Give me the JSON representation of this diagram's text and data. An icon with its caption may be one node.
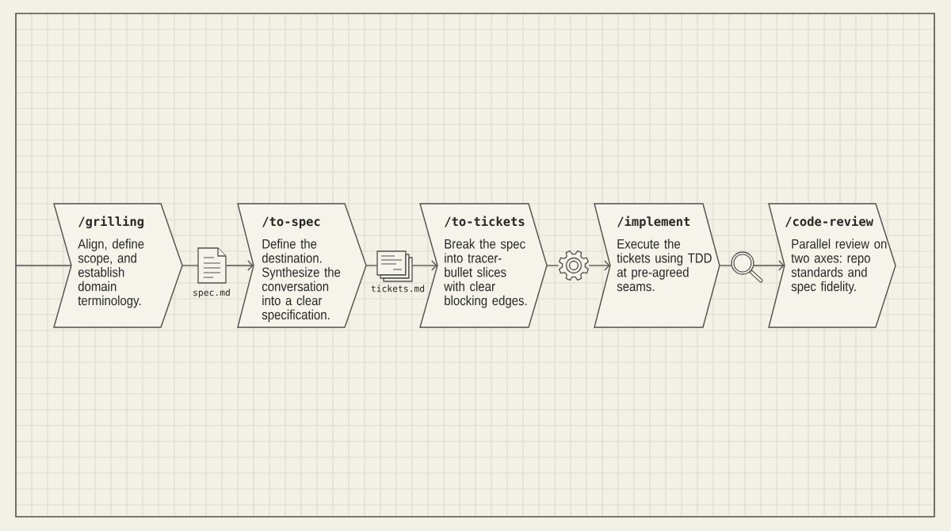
{
  "diagram": {
    "nodes": [
      {
        "text": [
          "/grilling",
          "Align, define scope, and establish domain terminology."
        ]
      },
      {
        "text": [],
        "shape": "picture",
        "beside": [
          "spec.md"
        ]
      },
      {
        "text": [
          "/to-spec",
          "Define the destination. Synthesize the conversation into a clear specification."
        ]
      },
      {
        "text": [],
        "shape": "picture",
        "beside": [
          "tickets.md"
        ]
      },
      {
        "text": [
          "/to-tickets",
          "Break the spec into tracer-bullet slices with clear blocking edges."
        ]
      },
      {
        "text": [],
        "shape": "picture"
      },
      {
        "text": [
          "/implement",
          "Execute the tickets using TDD at pre-agreed seams."
        ]
      },
      {
        "text": [],
        "shape": "picture"
      },
      {
        "text": [
          "/code-review",
          "Parallel review on two axes: repo standards and spec fidelity."
        ]
      }
    ],
    "edges": [
      {
        "from": null,
        "to": 0,
        "arrow": "none"
      },
      {
        "from": 0,
        "to": 1,
        "arrow": "none"
      },
      {
        "from": 1,
        "to": 2,
        "arrow": "to"
      },
      {
        "from": 2,
        "to": 3,
        "arrow": "none"
      },
      {
        "from": 3,
        "to": 4,
        "arrow": "to"
      },
      {
        "from": 4,
        "to": 5,
        "arrow": "none"
      },
      {
        "from": 5,
        "to": 6,
        "arrow": "to"
      },
      {
        "from": 6,
        "to": 7,
        "arrow": "none"
      },
      {
        "from": 7,
        "to": 8,
        "arrow": "to"
      }
    ]
  }
}
